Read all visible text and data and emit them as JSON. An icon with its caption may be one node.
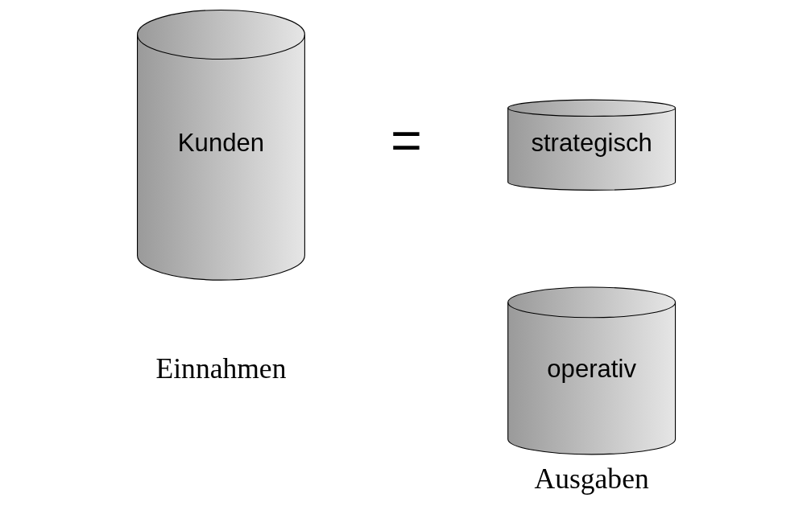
{
  "diagram": {
    "nodes": [
      {
        "text": [
          "Kunden"
        ],
        "beside": [
          "Einnahmen"
        ]
      },
      {
        "text": [
          "strategisch"
        ]
      },
      {
        "text": [
          "operativ"
        ],
        "beside": [
          "Ausgaben"
        ]
      }
    ],
    "labels": [
      "="
    ]
  }
}
